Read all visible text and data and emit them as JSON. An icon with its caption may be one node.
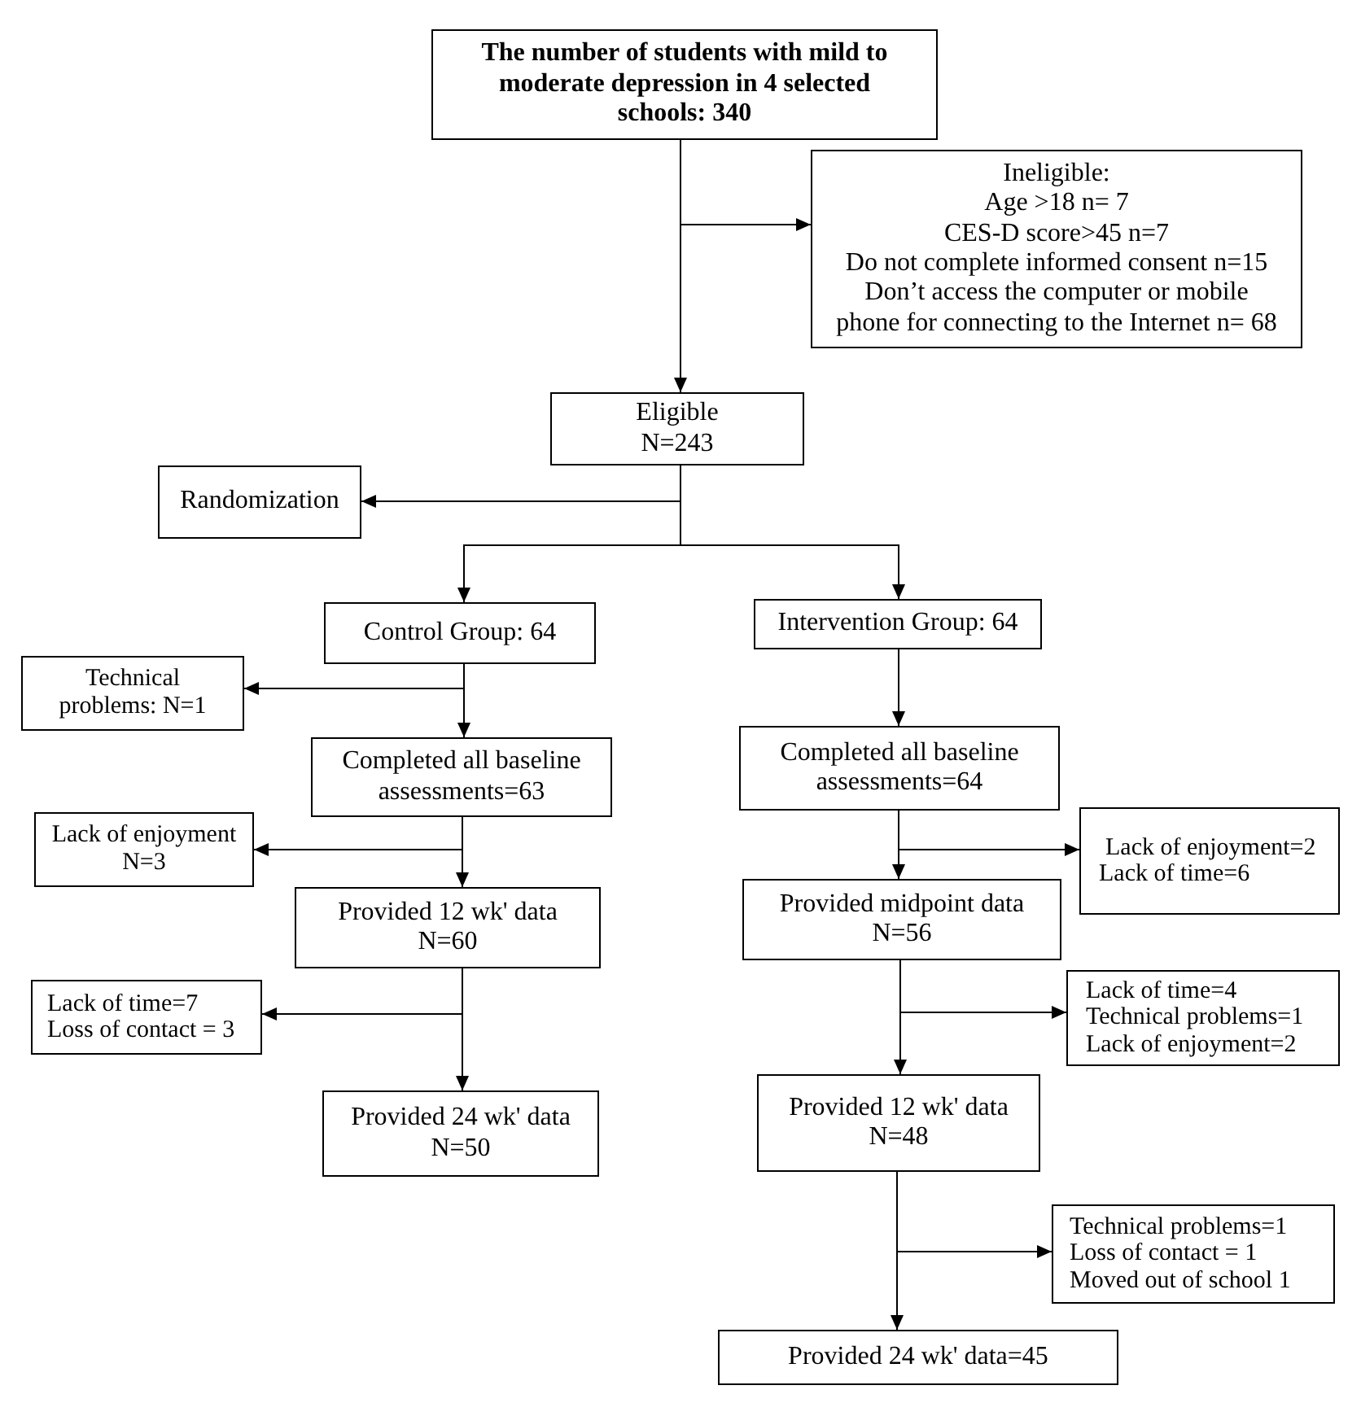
{
  "diagram": {
    "nodes": [
      {
        "text": [
          "The number of students with mild to moderate depression in 4 selected schools: 340"
        ]
      },
      {
        "text": [
          "Ineligible:",
          "Age >18 n= 7",
          "CES-D score>45 n=7",
          "Do not complete informed consent n=15",
          "Don’t access the computer or mobile phone for connecting to the Internet n= 68"
        ]
      },
      {
        "text": [
          "Eligible",
          "N=243"
        ]
      },
      {
        "text": [
          "Randomization"
        ]
      },
      {
        "text": [
          "Control Group: 64"
        ]
      },
      {
        "text": [
          "Intervention Group: 64"
        ]
      },
      {
        "text": [
          "Technical problems: N=1"
        ]
      },
      {
        "text": [
          "Completed all baseline assessments=63"
        ]
      },
      {
        "text": [
          "Completed all baseline assessments=64"
        ]
      },
      {
        "text": [
          "Lack of enjoyment",
          "N=3"
        ]
      },
      {
        "text": [
          "Provided 12 wk' data",
          "N=60"
        ]
      },
      {
        "text": [
          "Provided midpoint data",
          "N=56"
        ]
      },
      {
        "text": [
          "Lack of enjoyment=2",
          "Lack of time=6"
        ]
      },
      {
        "text": [
          "Lack of time=7",
          "Loss of contact = 3"
        ]
      },
      {
        "text": [
          "Lack of time=4",
          "Technical problems=1",
          "Lack of enjoyment=2"
        ]
      },
      {
        "text": [
          "Provided 24 wk' data",
          "N=50"
        ]
      },
      {
        "text": [
          "Provided 12 wk' data",
          "N=48"
        ]
      },
      {
        "text": [
          "Technical problems=1",
          "Loss of contact = 1",
          "Moved out of school 1"
        ]
      },
      {
        "text": [
          "Provided 24 wk' data=45"
        ]
      }
    ],
    "edges": [
      {
        "from": 0,
        "to": 1,
        "arrow": "to"
      },
      {
        "from": 0,
        "to": 2,
        "arrow": "to"
      },
      {
        "from": 2,
        "to": 3,
        "arrow": "to"
      },
      {
        "from": 2,
        "to": 4,
        "arrow": "to"
      },
      {
        "from": 2,
        "to": 5,
        "arrow": "to"
      },
      {
        "from": 4,
        "to": 6,
        "arrow": "to"
      },
      {
        "from": 4,
        "to": 7,
        "arrow": "to"
      },
      {
        "from": 7,
        "to": 9,
        "arrow": "to"
      },
      {
        "from": 7,
        "to": 10,
        "arrow": "to"
      },
      {
        "from": 10,
        "to": 13,
        "arrow": "to"
      },
      {
        "from": 10,
        "to": 15,
        "arrow": "to"
      },
      {
        "from": 5,
        "to": 8,
        "arrow": "to"
      },
      {
        "from": 8,
        "to": 12,
        "arrow": "to"
      },
      {
        "from": 8,
        "to": 11,
        "arrow": "to"
      },
      {
        "from": 11,
        "to": 14,
        "arrow": "to"
      },
      {
        "from": 11,
        "to": 16,
        "arrow": "to"
      },
      {
        "from": 16,
        "to": 17,
        "arrow": "to"
      },
      {
        "from": 16,
        "to": 18,
        "arrow": "to"
      }
    ]
  }
}
